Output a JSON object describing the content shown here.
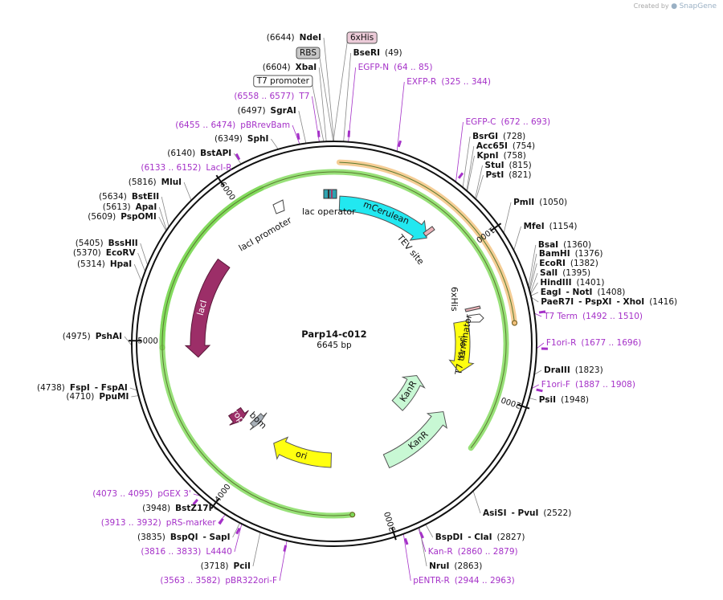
{
  "watermark": {
    "prefix": "Created by",
    "brand": "SnapGene"
  },
  "plasmid": {
    "name": "Parp14-c012",
    "size_label": "6645 bp",
    "length": 6645
  },
  "ticks": [
    {
      "pos": 1000,
      "label": "1000"
    },
    {
      "pos": 2000,
      "label": "2000"
    },
    {
      "pos": 3000,
      "label": "3000"
    },
    {
      "pos": 4000,
      "label": "4000"
    },
    {
      "pos": 5000,
      "label": "5000"
    },
    {
      "pos": 6000,
      "label": "6000"
    }
  ],
  "left_labels": [
    {
      "parts": [
        {
          "t": "(6644)"
        },
        {
          "t": "NdeI",
          "b": true
        }
      ],
      "pos": 6644
    },
    {
      "parts": [
        {
          "t": "RBS",
          "box": "#c8c8c8"
        }
      ],
      "pos": 6640
    },
    {
      "parts": [
        {
          "t": "(6604)"
        },
        {
          "t": "XbaI",
          "b": true
        }
      ],
      "pos": 6604
    },
    {
      "parts": [
        {
          "t": "T7 promoter",
          "box": "#ffffff"
        }
      ],
      "pos": 6590
    },
    {
      "parts": [
        {
          "t": "(6558 .. 6577)",
          "p": true
        },
        {
          "t": "T7",
          "p": true
        }
      ],
      "pos": 6567
    },
    {
      "parts": [
        {
          "t": "(6497)"
        },
        {
          "t": "SgrAI",
          "b": true
        }
      ],
      "pos": 6497
    },
    {
      "parts": [
        {
          "t": "(6455 .. 6474)",
          "p": true
        },
        {
          "t": "pBRrevBam",
          "p": true
        }
      ],
      "pos": 6464
    },
    {
      "parts": [
        {
          "t": "(6349)"
        },
        {
          "t": "SphI",
          "b": true
        }
      ],
      "pos": 6349
    },
    {
      "parts": [
        {
          "t": "(6140)"
        },
        {
          "t": "BstAPI",
          "b": true
        }
      ],
      "pos": 6140
    },
    {
      "parts": [
        {
          "t": "(6133 .. 6152)",
          "p": true
        },
        {
          "t": "LacI-R",
          "p": true
        }
      ],
      "pos": 6142
    },
    {
      "parts": [
        {
          "t": "(5816)"
        },
        {
          "t": "MluI",
          "b": true
        }
      ],
      "pos": 5816
    },
    {
      "parts": [
        {
          "t": "(5634)"
        },
        {
          "t": "BstEII",
          "b": true
        }
      ],
      "pos": 5634
    },
    {
      "parts": [
        {
          "t": "(5613)"
        },
        {
          "t": "ApaI",
          "b": true
        }
      ],
      "pos": 5613
    },
    {
      "parts": [
        {
          "t": "(5609)"
        },
        {
          "t": "PspOMI",
          "b": true
        }
      ],
      "pos": 5609
    },
    {
      "parts": [
        {
          "t": "(5405)"
        },
        {
          "t": "BssHII",
          "b": true
        }
      ],
      "pos": 5405
    },
    {
      "parts": [
        {
          "t": "(5370)"
        },
        {
          "t": "EcoRV",
          "b": true
        }
      ],
      "pos": 5370
    },
    {
      "parts": [
        {
          "t": "(5314)"
        },
        {
          "t": "HpaI",
          "b": true
        }
      ],
      "pos": 5314
    },
    {
      "parts": [
        {
          "t": "(4975)"
        },
        {
          "t": "PshAI",
          "b": true
        }
      ],
      "pos": 4975
    },
    {
      "parts": [
        {
          "t": "(4738)"
        },
        {
          "t": "FspI",
          "b": true
        },
        {
          "t": "- FspAI",
          "b": true
        }
      ],
      "pos": 4738
    },
    {
      "parts": [
        {
          "t": "(4710)"
        },
        {
          "t": "PpuMI",
          "b": true
        }
      ],
      "pos": 4710
    },
    {
      "parts": [
        {
          "t": "(4073 .. 4095)",
          "p": true
        },
        {
          "t": "pGEX 3'",
          "p": true
        }
      ],
      "pos": 4084
    },
    {
      "parts": [
        {
          "t": "(3948)"
        },
        {
          "t": "BstZ17I",
          "b": true
        }
      ],
      "pos": 3948
    },
    {
      "parts": [
        {
          "t": "(3913 .. 3932)",
          "p": true
        },
        {
          "t": "pRS-marker",
          "p": true
        }
      ],
      "pos": 3922
    },
    {
      "parts": [
        {
          "t": "(3835)"
        },
        {
          "t": "BspQI",
          "b": true
        },
        {
          "t": "- SapI",
          "b": true
        }
      ],
      "pos": 3835
    },
    {
      "parts": [
        {
          "t": "(3816 .. 3833)",
          "p": true
        },
        {
          "t": "L4440",
          "p": true
        }
      ],
      "pos": 3824
    },
    {
      "parts": [
        {
          "t": "(3718)"
        },
        {
          "t": "PciI",
          "b": true
        }
      ],
      "pos": 3718
    },
    {
      "parts": [
        {
          "t": "(3563 .. 3582)",
          "p": true
        },
        {
          "t": "pBR322ori-F",
          "p": true
        }
      ],
      "pos": 3572
    }
  ],
  "right_labels": [
    {
      "parts": [
        {
          "t": "6xHis",
          "box": "#eccbd8"
        }
      ],
      "pos": 6640
    },
    {
      "parts": [
        {
          "t": "BseRI",
          "b": true
        },
        {
          "t": "(49)"
        }
      ],
      "pos": 49
    },
    {
      "parts": [
        {
          "t": "EGFP-N",
          "p": true
        },
        {
          "t": "(64 .. 85)",
          "p": true
        }
      ],
      "pos": 74
    },
    {
      "parts": [
        {
          "t": "EXFP-R",
          "p": true
        },
        {
          "t": "(325 .. 344)",
          "p": true
        }
      ],
      "pos": 334
    },
    {
      "parts": [
        {
          "t": "EGFP-C",
          "p": true
        },
        {
          "t": "(672 .. 693)",
          "p": true
        }
      ],
      "pos": 682
    },
    {
      "parts": [
        {
          "t": "BsrGI",
          "b": true
        },
        {
          "t": "(728)"
        }
      ],
      "pos": 728
    },
    {
      "parts": [
        {
          "t": "Acc65I",
          "b": true
        },
        {
          "t": "(754)"
        }
      ],
      "pos": 754
    },
    {
      "parts": [
        {
          "t": "KpnI",
          "b": true
        },
        {
          "t": "(758)"
        }
      ],
      "pos": 758
    },
    {
      "parts": [
        {
          "t": "StuI",
          "b": true
        },
        {
          "t": "(815)"
        }
      ],
      "pos": 815
    },
    {
      "parts": [
        {
          "t": "PstI",
          "b": true
        },
        {
          "t": "(821)"
        }
      ],
      "pos": 821
    },
    {
      "parts": [
        {
          "t": "PmlI",
          "b": true
        },
        {
          "t": "(1050)"
        }
      ],
      "pos": 1050
    },
    {
      "parts": [
        {
          "t": "MfeI",
          "b": true
        },
        {
          "t": "(1154)"
        }
      ],
      "pos": 1154
    },
    {
      "parts": [
        {
          "t": "BsaI",
          "b": true
        },
        {
          "t": "(1360)"
        }
      ],
      "pos": 1360
    },
    {
      "parts": [
        {
          "t": "BamHI",
          "b": true
        },
        {
          "t": "(1376)"
        }
      ],
      "pos": 1376
    },
    {
      "parts": [
        {
          "t": "EcoRI",
          "b": true
        },
        {
          "t": "(1382)"
        }
      ],
      "pos": 1382
    },
    {
      "parts": [
        {
          "t": "SalI",
          "b": true
        },
        {
          "t": "(1395)"
        }
      ],
      "pos": 1395
    },
    {
      "parts": [
        {
          "t": "HindIII",
          "b": true
        },
        {
          "t": "(1401)"
        }
      ],
      "pos": 1401
    },
    {
      "parts": [
        {
          "t": "EagI",
          "b": true
        },
        {
          "t": "- NotI",
          "b": true
        },
        {
          "t": "(1408)"
        }
      ],
      "pos": 1408
    },
    {
      "parts": [
        {
          "t": "PaeR7I",
          "b": true
        },
        {
          "t": "- PspXI",
          "b": true
        },
        {
          "t": "- XhoI",
          "b": true
        },
        {
          "t": "(1416)"
        }
      ],
      "pos": 1416
    },
    {
      "parts": [
        {
          "t": "T7 Term",
          "p": true
        },
        {
          "t": "(1492 .. 1510)",
          "p": true
        }
      ],
      "pos": 1501
    },
    {
      "parts": [
        {
          "t": "F1ori-R",
          "p": true
        },
        {
          "t": "(1677 .. 1696)",
          "p": true
        }
      ],
      "pos": 1686
    },
    {
      "parts": [
        {
          "t": "DraIII",
          "b": true
        },
        {
          "t": "(1823)"
        }
      ],
      "pos": 1823
    },
    {
      "parts": [
        {
          "t": "F1ori-F",
          "p": true
        },
        {
          "t": "(1887 .. 1908)",
          "p": true
        }
      ],
      "pos": 1897
    },
    {
      "parts": [
        {
          "t": "PsiI",
          "b": true
        },
        {
          "t": "(1948)"
        }
      ],
      "pos": 1948
    },
    {
      "parts": [
        {
          "t": "AsiSI",
          "b": true
        },
        {
          "t": "- PvuI",
          "b": true
        },
        {
          "t": "(2522)"
        }
      ],
      "pos": 2522
    },
    {
      "parts": [
        {
          "t": "BspDI",
          "b": true
        },
        {
          "t": "- ClaI",
          "b": true
        },
        {
          "t": "(2827)"
        }
      ],
      "pos": 2827
    },
    {
      "parts": [
        {
          "t": "Kan-R",
          "p": true
        },
        {
          "t": "(2860 .. 2879)",
          "p": true
        }
      ],
      "pos": 2869
    },
    {
      "parts": [
        {
          "t": "NruI",
          "b": true
        },
        {
          "t": "(2863)"
        }
      ],
      "pos": 2863
    },
    {
      "parts": [
        {
          "t": "pENTR-R",
          "p": true
        },
        {
          "t": "(2944 .. 2963)",
          "p": true
        }
      ],
      "pos": 2953
    }
  ],
  "features": [
    {
      "name": "mCerulean",
      "start": 40,
      "end": 760,
      "color": "#22e8f0",
      "text": "mCerulean"
    },
    {
      "name": "lacI",
      "start": 5650,
      "end": 4880,
      "color": "#9c2e68",
      "text": "lacI"
    },
    {
      "name": "KanR-1",
      "start": 2480,
      "end": 2050,
      "color": "#c8f8d4",
      "text": "KanR"
    },
    {
      "name": "KanR-2",
      "start": 2880,
      "end": 2250,
      "color": "#c8f8d4",
      "text": "KanR"
    },
    {
      "name": "ori",
      "start": 3350,
      "end": 3900,
      "color": "#ffff10",
      "text": "ori"
    },
    {
      "name": "f1-ori",
      "start": 1480,
      "end": 1900,
      "color": "#ffff10",
      "text": "f1 ori"
    },
    {
      "name": "rop",
      "start": 4350,
      "end": 4250,
      "color": "#9c2e68",
      "text": "rop"
    },
    {
      "name": "bom",
      "start": 4180,
      "end": 4120,
      "color": "#a8b0b8",
      "text": "bom"
    }
  ],
  "feature_labels": [
    {
      "text": "lac operator"
    },
    {
      "text": "lacI promoter"
    },
    {
      "text": "TEV site"
    },
    {
      "text": "6xHis"
    },
    {
      "text": "T7 terminator"
    }
  ],
  "primer_marks": [
    74,
    334,
    682,
    1501,
    1686,
    1897,
    2869,
    2953,
    3572,
    3824,
    3922,
    4084,
    6142,
    6464,
    6567
  ],
  "colors": {
    "purple": "#a531c8",
    "orf_orange": "#f2c07a",
    "orf_green": "#7ed957",
    "backbone": "#111111"
  }
}
